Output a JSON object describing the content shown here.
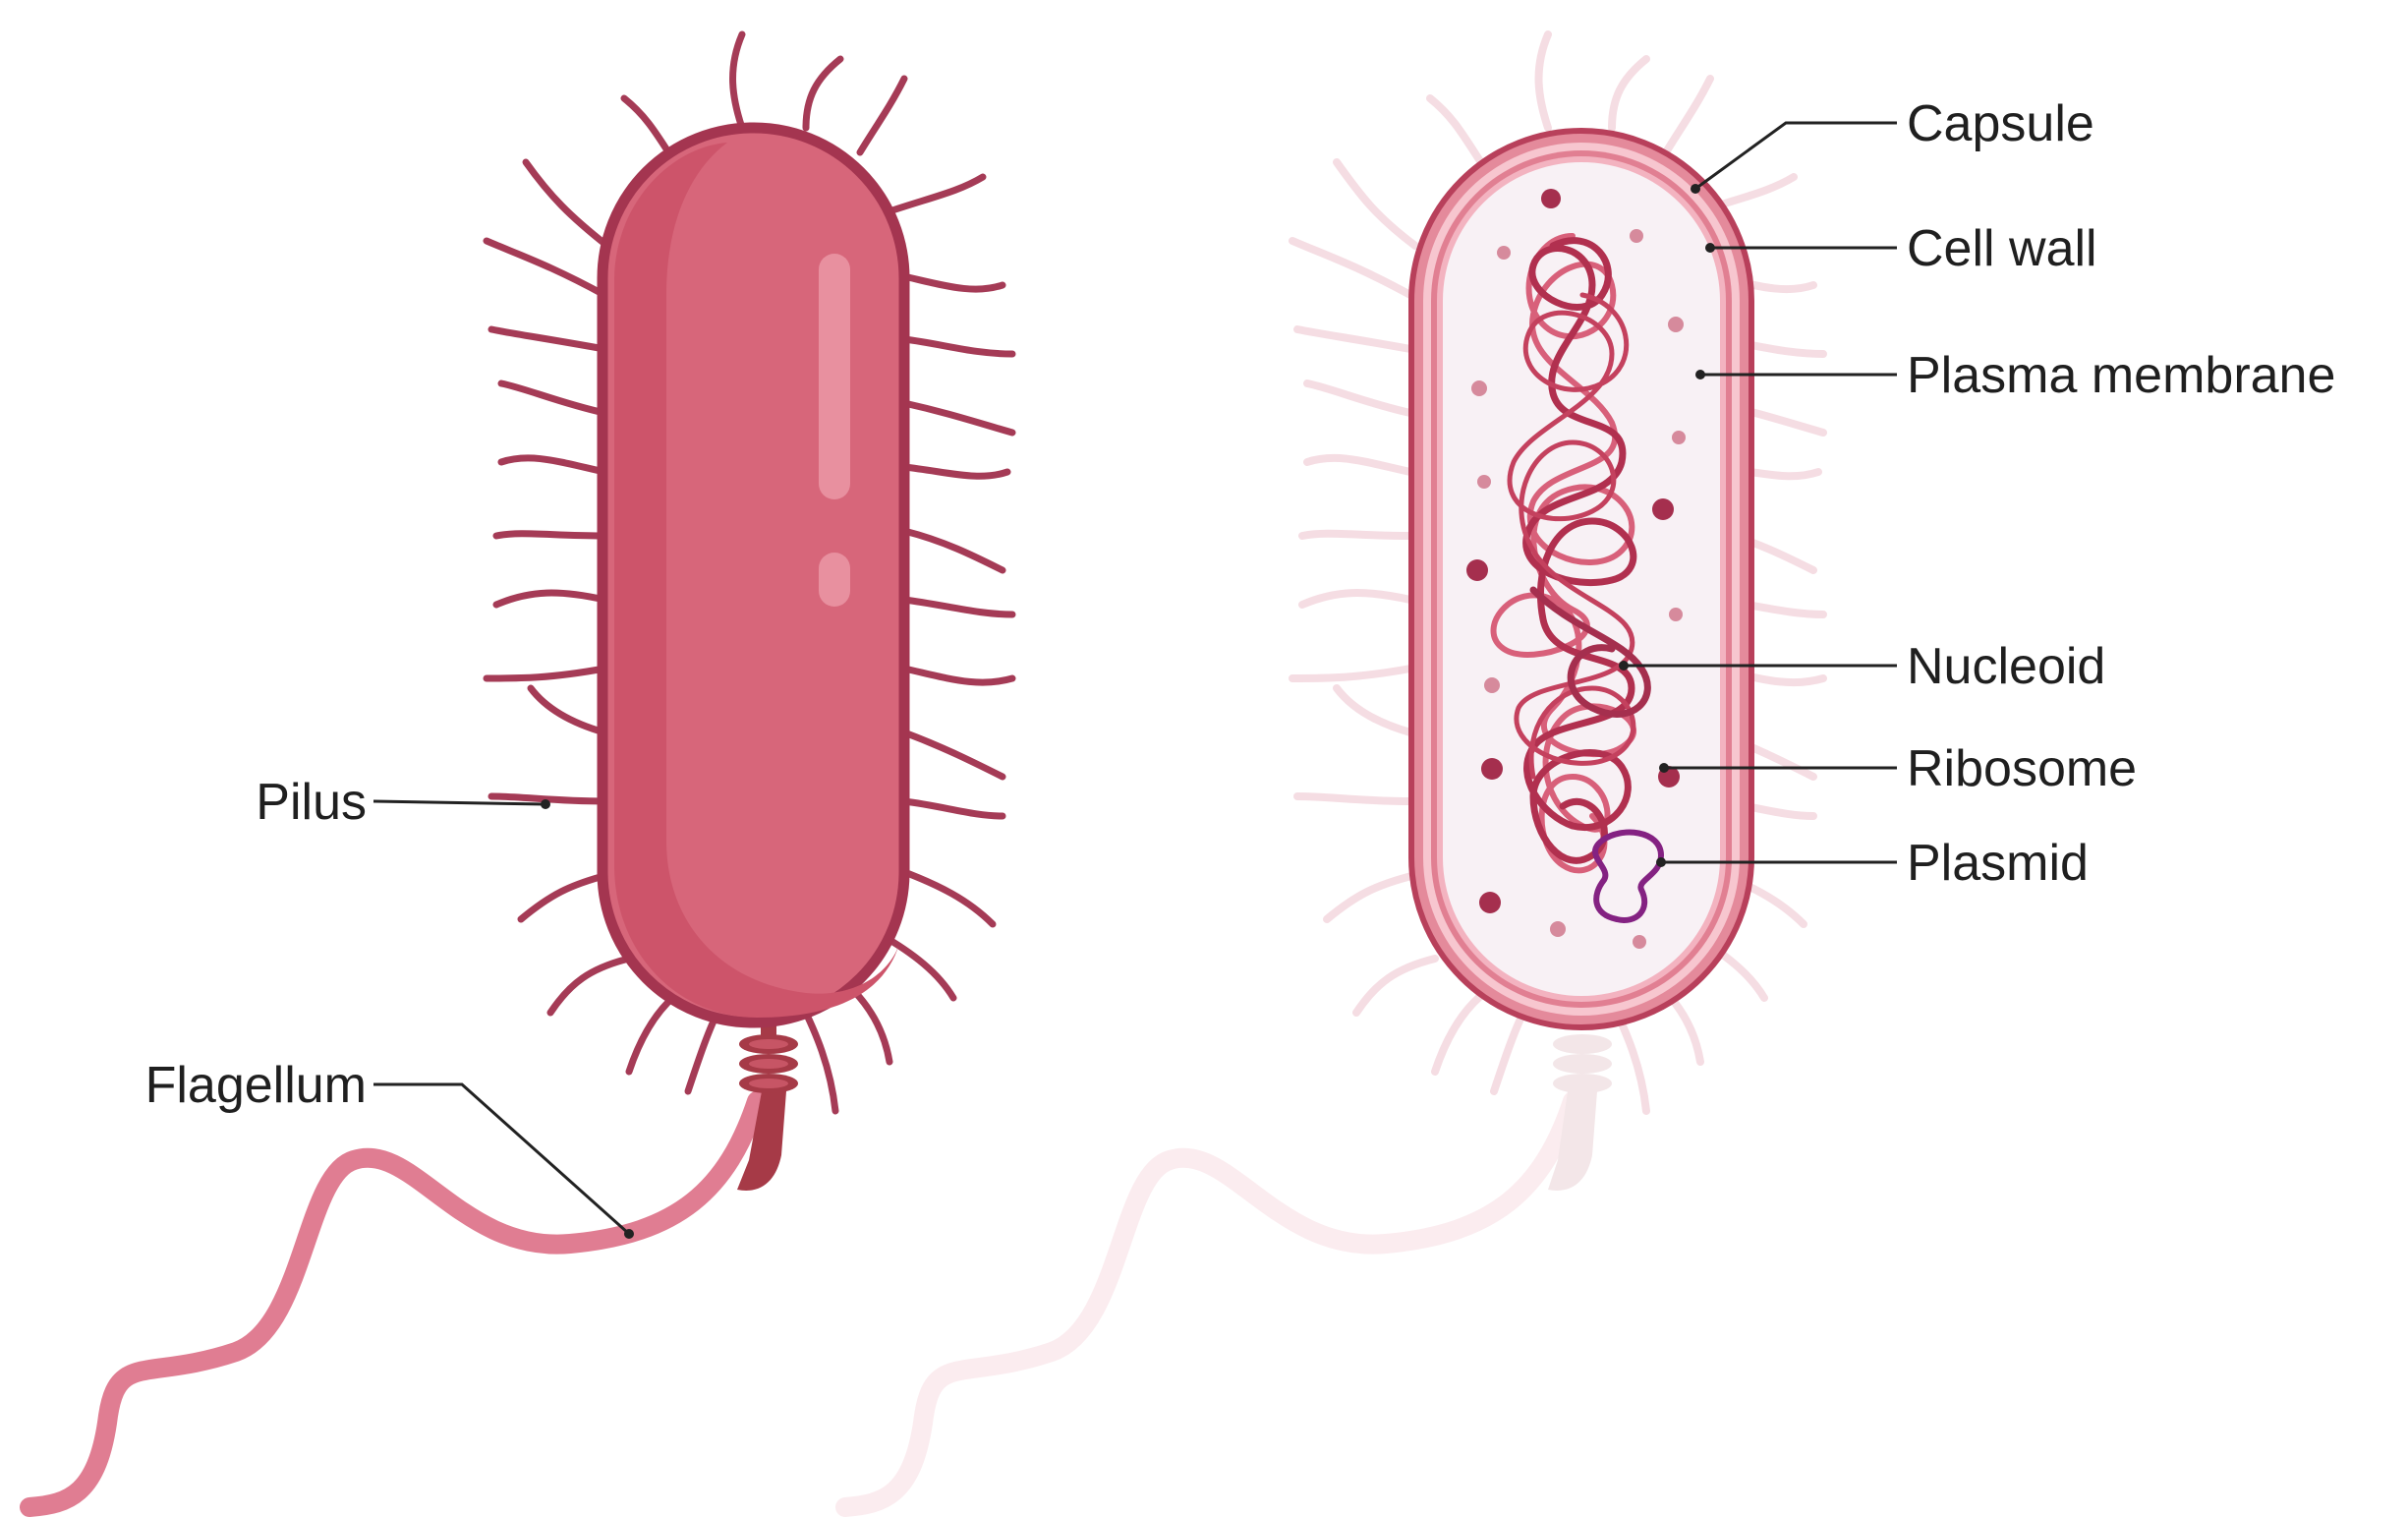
{
  "labels": {
    "pilus": "Pilus",
    "flagellum": "Flagellum",
    "capsule": "Capsule",
    "cell_wall": "Cell wall",
    "plasma_membrane": "Plasma membrane",
    "nucleoid": "Nucleoid",
    "ribosome": "Ribosome",
    "plasmid": "Plasmid"
  },
  "colors": {
    "cell_fill": "#d7667a",
    "cell_outline": "#a43550",
    "cell_shade": "#cd546a",
    "highlight": "#e8909f",
    "pili": "#a53b56",
    "flagellum": "#e07d92",
    "hook": "#a63a47",
    "section_pink": "#e48a9b",
    "section_light": "#f7c6cf",
    "cytoplasm": "#f8f1f5",
    "dna_dark": "#a52f4e",
    "dna_light": "#d8607a",
    "plasmid": "#842282",
    "ghost": "#f5dde3",
    "text": "#1f1f1f",
    "leader": "#222222"
  }
}
